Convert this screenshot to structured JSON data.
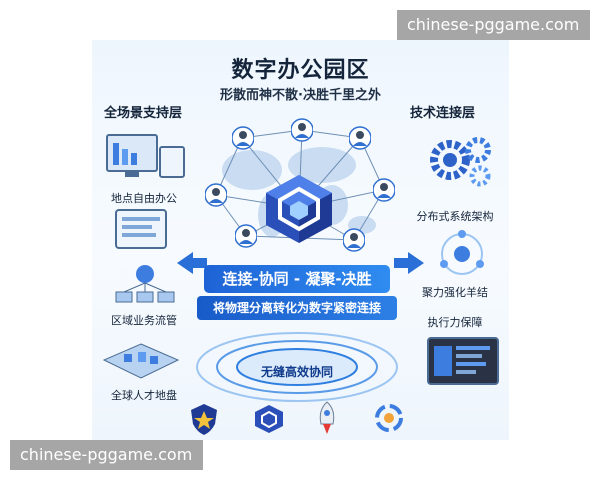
{
  "watermark": {
    "top": "chinese-pggame.com",
    "bottom": "chinese-pggame.com"
  },
  "diagram": {
    "title": "数字办公园区",
    "subtitle": "形散而神不散·决胜千里之外",
    "left_column": {
      "title": "全场景支持层",
      "items": [
        "地点自由办公",
        "区域业务流管",
        "全球人才地盘"
      ]
    },
    "right_column": {
      "title": "技术连接层",
      "items": [
        "分布式系统架构",
        "聚力强化羊结",
        "执行力保障"
      ]
    },
    "banner_main": "连接-协同 - 凝聚-决胜",
    "banner_sub": "将物理分离转化为数字紧密连接",
    "ring_label": "无缝高效协同",
    "colors": {
      "primary": "#1e63d6",
      "dark": "#14243a",
      "accent": "#2f8cf0"
    },
    "bottom_icons": [
      "shield-icon",
      "cube-icon",
      "rocket-icon",
      "cycle-icon"
    ]
  }
}
